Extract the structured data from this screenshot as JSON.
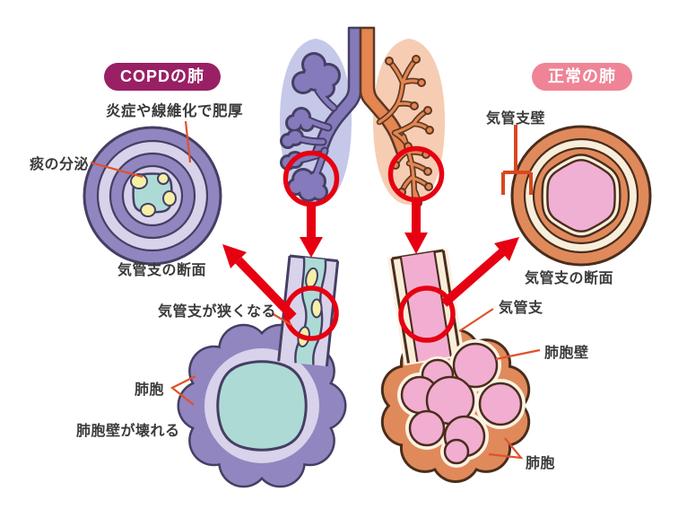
{
  "badges": {
    "copd": "COPDの肺",
    "normal": "正常の肺"
  },
  "copd_side": {
    "thickening_label": "炎症や線維化で肥厚",
    "sputum_label": "痰の分泌",
    "cross_section_caption": "気管支の断面",
    "narrowing_label": "気管支が狭くなる",
    "alveoli_label": "肺胞",
    "wall_destruction_label": "肺胞壁が壊れる"
  },
  "normal_side": {
    "bronchial_wall_label": "気管支壁",
    "cross_section_caption": "気管支の断面",
    "bronchus_label": "気管支",
    "alveolar_wall_label": "肺胞壁",
    "alveoli_label": "肺胞"
  },
  "colors": {
    "copd_badge_bg": "#992064",
    "normal_badge_bg": "#ef8496",
    "annotation_red": "#e60012",
    "leader_line": "#e0512c",
    "bracket_orange": "#d9481f",
    "copd_purple": "#9186c0",
    "copd_purple_outline": "#453f63",
    "copd_lavender": "#d8d3ea",
    "copd_lung_fill": "#c5c8e8",
    "airway_teal": "#aedad6",
    "sputum_yellow": "#f6efa6",
    "normal_orange": "#e08a5b",
    "normal_outline_brown": "#4a2d1d",
    "normal_cream": "#f8eeda",
    "normal_lung_fill": "#f6cdb2",
    "normal_pink": "#f0b0d4",
    "label_text": "#3a3a3a"
  }
}
